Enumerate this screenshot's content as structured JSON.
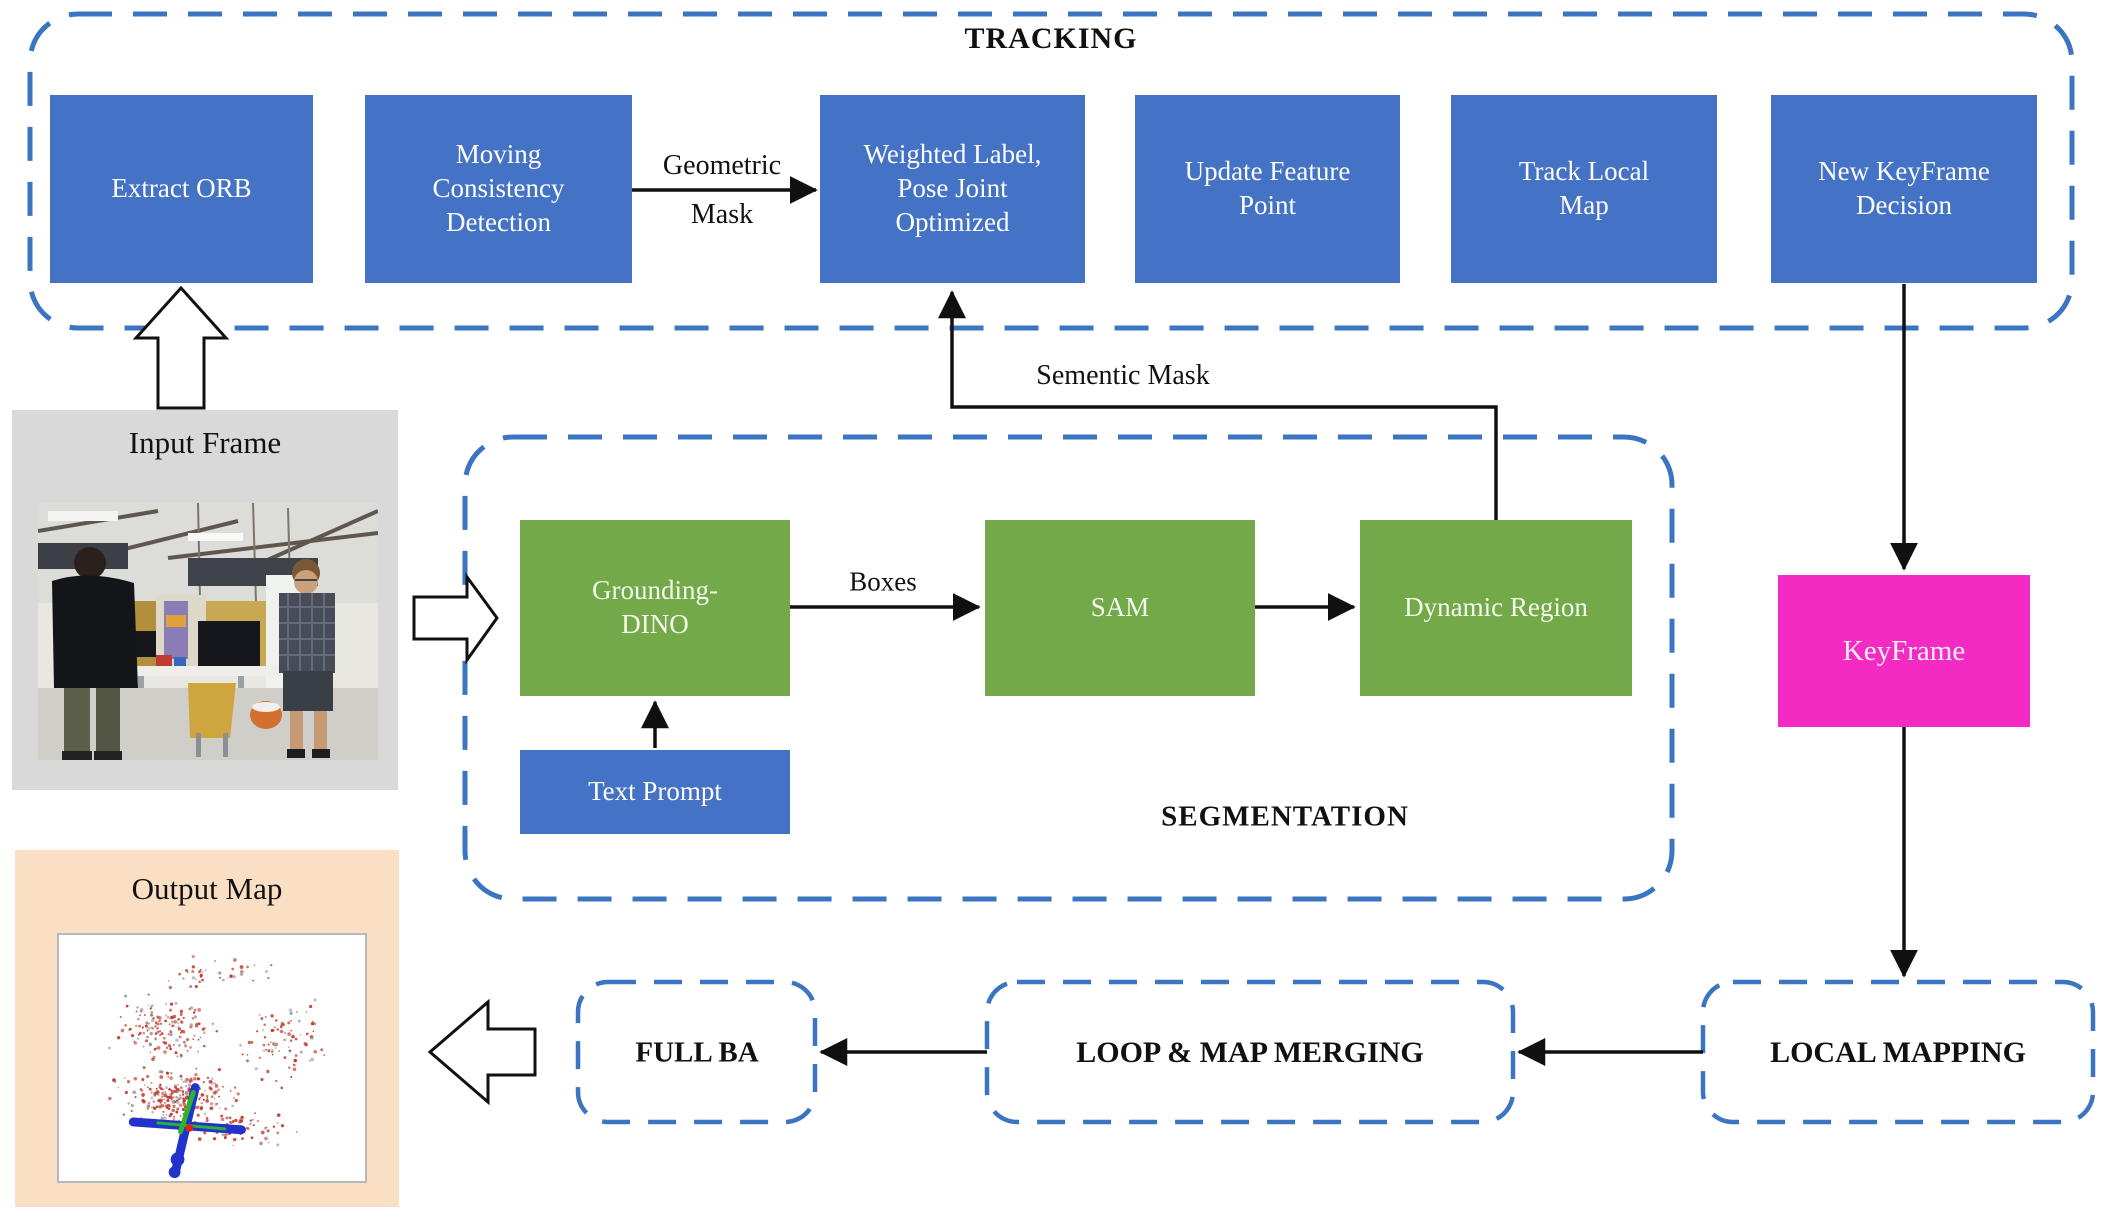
{
  "tracking": {
    "title": "TRACKING",
    "boxes": [
      {
        "label": "Extract ORB"
      },
      {
        "label": "Moving\nConsistency\nDetection"
      },
      {
        "label": "Weighted Label,\nPose  Joint\nOptimized"
      },
      {
        "label": "Update Feature\nPoint"
      },
      {
        "label": "Track Local\nMap"
      },
      {
        "label": "New KeyFrame\nDecision"
      }
    ]
  },
  "segmentation": {
    "title": "SEGMENTATION",
    "grounding_dino": "Grounding-\nDINO",
    "sam": "SAM",
    "dynamic_region": "Dynamic Region",
    "text_prompt": "Text Prompt"
  },
  "arrow_labels": {
    "geometric_line1": "Geometric",
    "geometric_line2": "Mask",
    "semantic_mask": "Sementic Mask",
    "boxes": "Boxes"
  },
  "keyframe": {
    "label": "KeyFrame"
  },
  "bottom_row": {
    "local_mapping": "LOCAL MAPPING",
    "loop_map_merging": "LOOP & MAP MERGING",
    "full_ba": "FULL BA"
  },
  "panels": {
    "input_frame_title": "Input Frame",
    "output_map_title": "Output Map"
  },
  "colors": {
    "process_blue": "#4472c4",
    "process_green": "#74a94a",
    "keyframe_magenta": "#f32bc3",
    "dashed_border_blue": "#3b74c0",
    "input_panel_gray": "#d9d9d9",
    "output_panel_peach": "#fbdfc5",
    "map_point_red": "#c0392b",
    "map_point_gray": "#9aa0a8",
    "trajectory_blue": "#2233cc",
    "trajectory_green": "#2ab52a",
    "trajectory_center_red": "#dd2222"
  }
}
